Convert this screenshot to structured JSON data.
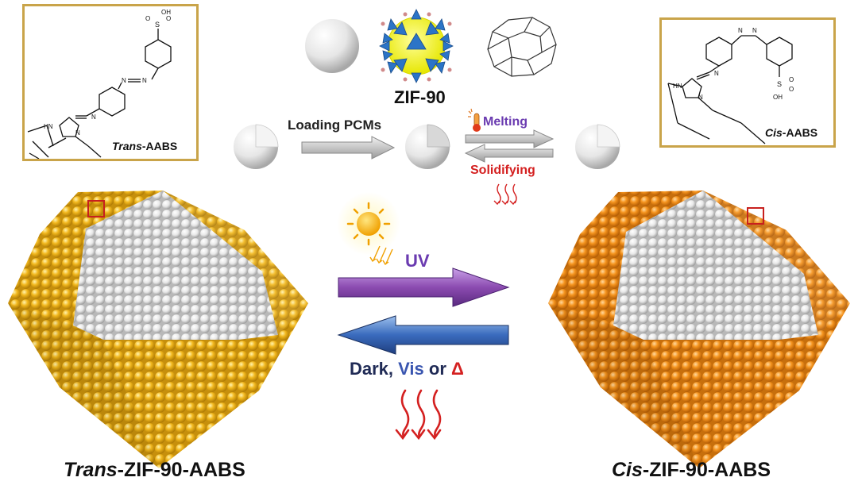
{
  "labels": {
    "zif": "ZIF-90",
    "loading": "Loading PCMs",
    "melting": "Melting",
    "solidifying": "Solidifying",
    "uv": "UV",
    "dark_prefix": "Dark, ",
    "vis": "Vis",
    "or": " or ",
    "delta": "Δ",
    "trans_italic": "Trans",
    "trans_rest": "-ZIF-90-AABS",
    "cis_italic": "Cis",
    "cis_rest": "-ZIF-90-AABS",
    "trans_box_italic": "Trans",
    "trans_box_rest": "-AABS",
    "cis_box_italic": "Cis",
    "cis_box_rest": "-AABS"
  },
  "molecule": {
    "oh_top": "OH",
    "n_left": "N",
    "n_right": "N",
    "n_imine": "N",
    "hn": "HN",
    "n_ring": "N",
    "s": "S",
    "o1": "O",
    "o2": "O",
    "oh_bottom": "OH"
  },
  "colors": {
    "trans_crystal": "#f2b81e",
    "cis_crystal": "#f5941e",
    "uv_arrow": "#8b4bb0",
    "return_arrow": "#3a6bbd",
    "heat_red": "#d42020",
    "box_border": "#c9a44a",
    "uv_text": "#6a3bb0",
    "vis_text": "#3a56b0",
    "dark_text": "#1f2a55",
    "melting_text": "#6a3bb0",
    "solidifying_text": "#d42020"
  },
  "icons": [
    "sun-icon",
    "thermometer-icon",
    "heat-wave-icon"
  ]
}
